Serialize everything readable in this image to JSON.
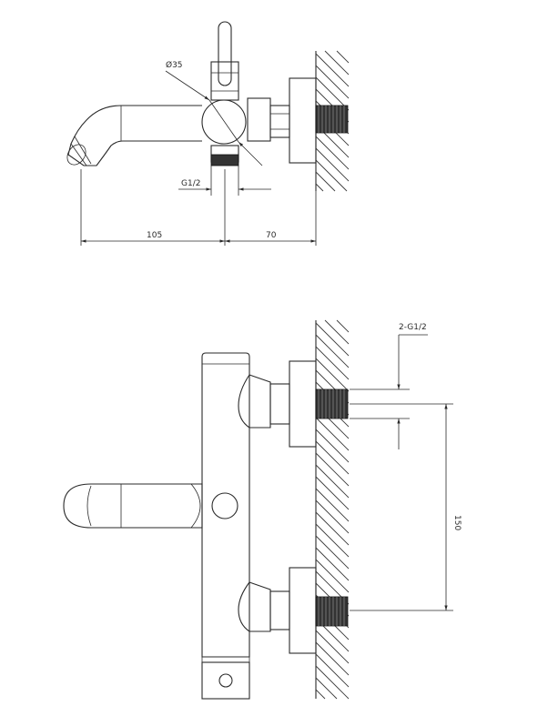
{
  "dimensions": {
    "diameter": "Ø35",
    "thread_outlet": "G1/2",
    "spout_reach": "105",
    "wall_offset": "70",
    "inlet_thread": "2-G1/2",
    "inlet_spacing": "150"
  },
  "colors": {
    "line": "#2a2a2a",
    "background": "#ffffff"
  }
}
